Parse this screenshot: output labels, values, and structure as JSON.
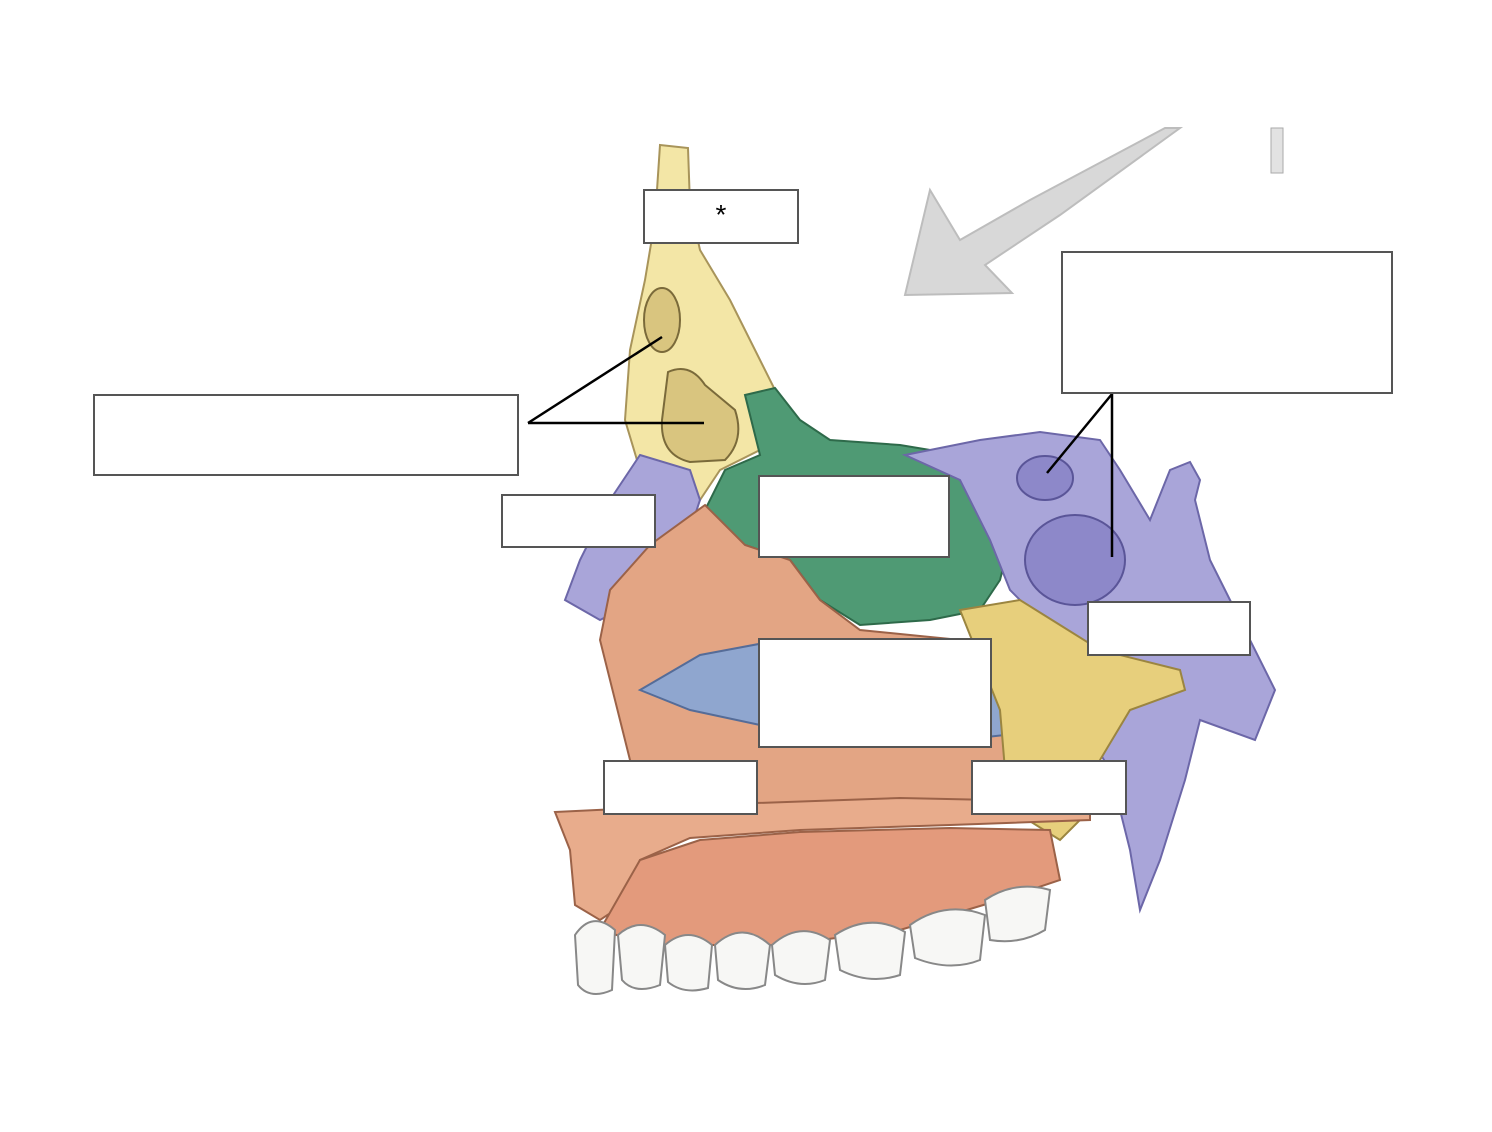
{
  "diagram": {
    "colors": {
      "frontal_bone": "#f3e6a6",
      "nasal_cartilage": "#4f9a74",
      "sphenoid": "#a9a5d9",
      "maxilla": "#e3a584",
      "turbinate": "#8fa6cf",
      "palatine": "#e7cf7c",
      "teeth": "#f7f7f5",
      "arrow": "#d9d9d9"
    },
    "labels": [
      {
        "id": "frontal-top",
        "text": "*"
      },
      {
        "id": "sinuses-left",
        "text": ""
      },
      {
        "id": "sphenoid-right",
        "text": ""
      },
      {
        "id": "nasal-bone",
        "text": ""
      },
      {
        "id": "cartilage",
        "text": ""
      },
      {
        "id": "sphenoid-small",
        "text": ""
      },
      {
        "id": "middle-concha",
        "text": ""
      },
      {
        "id": "maxilla-left",
        "text": ""
      },
      {
        "id": "palatine-right",
        "text": ""
      }
    ]
  }
}
